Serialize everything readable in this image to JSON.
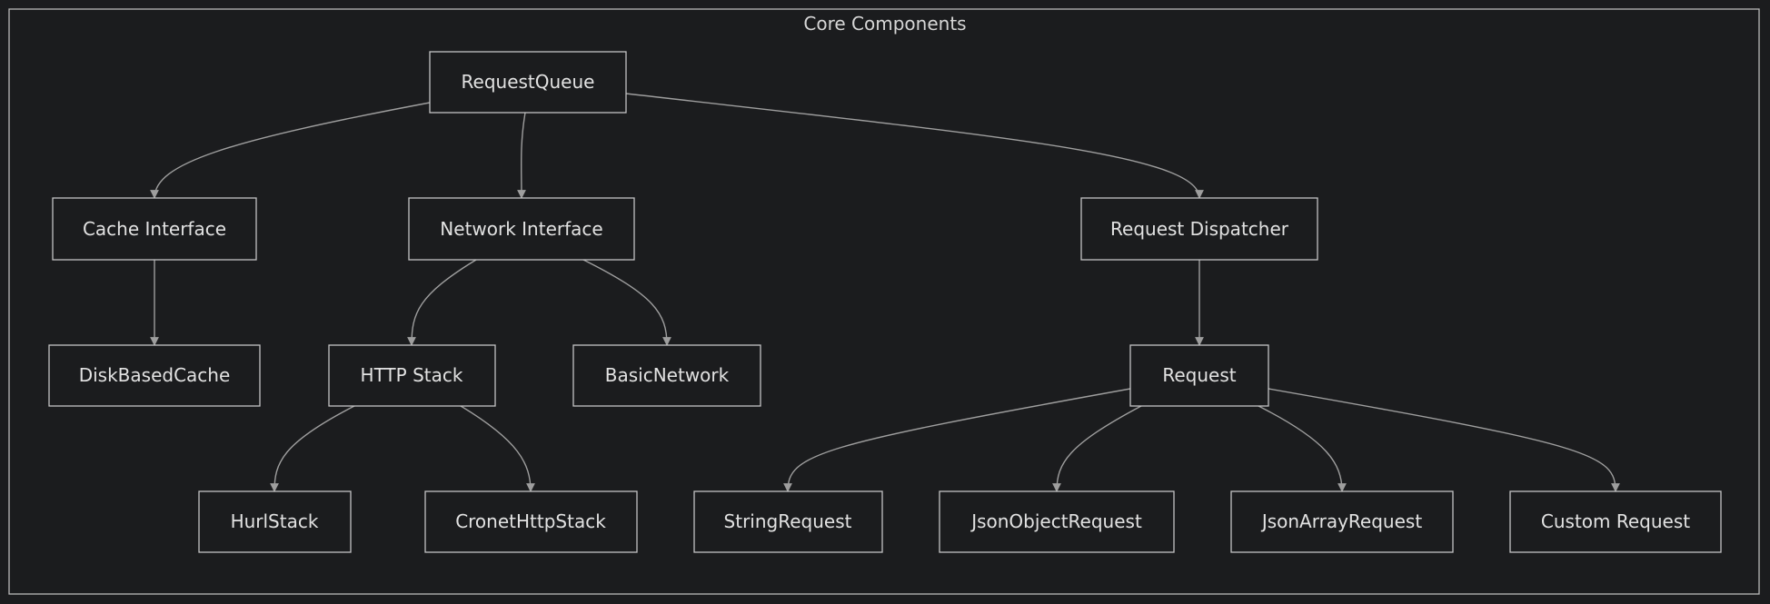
{
  "group": {
    "title": "Core Components"
  },
  "nodes": {
    "request_queue": "RequestQueue",
    "cache_interface": "Cache Interface",
    "network_interface": "Network Interface",
    "request_dispatcher": "Request Dispatcher",
    "disk_based_cache": "DiskBasedCache",
    "http_stack": "HTTP Stack",
    "basic_network": "BasicNetwork",
    "request": "Request",
    "hurl_stack": "HurlStack",
    "cronet_http_stack": "CronetHttpStack",
    "string_request": "StringRequest",
    "json_object_request": "JsonObjectRequest",
    "json_array_request": "JsonArrayRequest",
    "custom_request": "Custom Request"
  },
  "edges": [
    {
      "from": "request_queue",
      "to": "cache_interface"
    },
    {
      "from": "request_queue",
      "to": "network_interface"
    },
    {
      "from": "request_queue",
      "to": "request_dispatcher"
    },
    {
      "from": "cache_interface",
      "to": "disk_based_cache"
    },
    {
      "from": "network_interface",
      "to": "http_stack"
    },
    {
      "from": "network_interface",
      "to": "basic_network"
    },
    {
      "from": "request_dispatcher",
      "to": "request"
    },
    {
      "from": "http_stack",
      "to": "hurl_stack"
    },
    {
      "from": "http_stack",
      "to": "cronet_http_stack"
    },
    {
      "from": "request",
      "to": "string_request"
    },
    {
      "from": "request",
      "to": "json_object_request"
    },
    {
      "from": "request",
      "to": "json_array_request"
    },
    {
      "from": "request",
      "to": "custom_request"
    }
  ],
  "colors": {
    "background": "#1b1c1e",
    "node_border": "#c4c4c4",
    "edge": "#9e9e9e",
    "text": "#e2e2e2"
  }
}
